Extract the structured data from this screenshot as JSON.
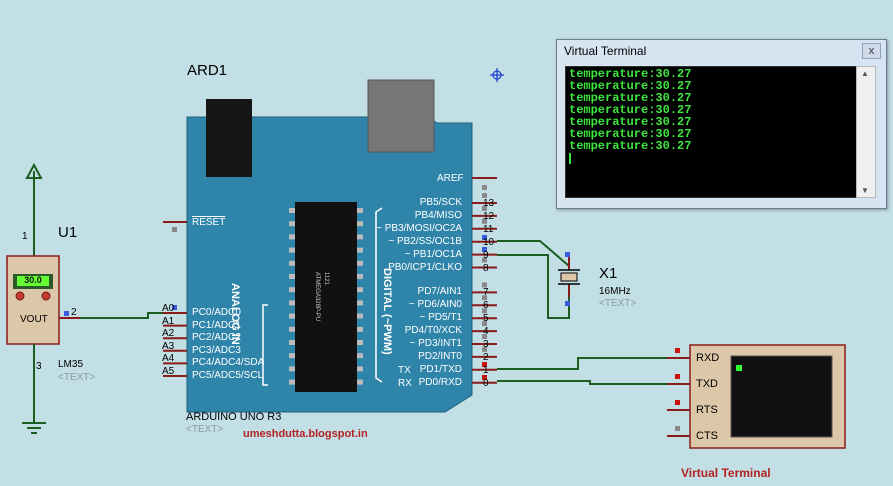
{
  "arduino": {
    "ref": "ARD1",
    "name": "ARDUINO UNO R3",
    "text_placeholder": "<TEXT>",
    "chip_label": "ATMEGA328P-PU",
    "chip_num": "1121",
    "analog_header": "ANALOG IN",
    "digital_header": "DIGITAL (~PWM)",
    "reset_label": "RESET",
    "aref_label": "AREF",
    "tx_label": "TX",
    "rx_label": "RX",
    "analog_pins": [
      {
        "label": "PC0/ADC0",
        "num": "A0"
      },
      {
        "label": "PC1/ADC1",
        "num": "A1"
      },
      {
        "label": "PC2/ADC2",
        "num": "A2"
      },
      {
        "label": "PC3/ADC3",
        "num": "A3"
      },
      {
        "label": "PC4/ADC4/SDA",
        "num": "A4"
      },
      {
        "label": "PC5/ADC5/SCL",
        "num": "A5"
      }
    ],
    "digital_pins": [
      {
        "label": "PB5/SCK",
        "num": "13"
      },
      {
        "label": "PB4/MISO",
        "num": "12"
      },
      {
        "label": "~ PB3/MOSI/OC2A",
        "num": "11"
      },
      {
        "label": "~ PB2/SS/OC1B",
        "num": "10"
      },
      {
        "label": "~ PB1/OC1A",
        "num": "9"
      },
      {
        "label": "PB0/ICP1/CLKO",
        "num": "8"
      },
      {
        "label": "PD7/AIN1",
        "num": "7"
      },
      {
        "label": "~ PD6/AIN0",
        "num": "6"
      },
      {
        "label": "~ PD5/T1",
        "num": "5"
      },
      {
        "label": "PD4/T0/XCK",
        "num": "4"
      },
      {
        "label": "~ PD3/INT1",
        "num": "3"
      },
      {
        "label": "PD2/INT0",
        "num": "2"
      },
      {
        "label": "PD1/TXD",
        "num": "1"
      },
      {
        "label": "PD0/RXD",
        "num": "0"
      }
    ]
  },
  "sensor": {
    "ref": "U1",
    "model": "LM35",
    "display": "30.0",
    "out_label": "VOUT",
    "pin1": "1",
    "pin2": "2",
    "pin3": "3",
    "text_placeholder": "<TEXT>"
  },
  "crystal": {
    "ref": "X1",
    "value": "16MHz",
    "text_placeholder": "<TEXT>"
  },
  "vterm_component": {
    "pins": [
      "RXD",
      "TXD",
      "RTS",
      "CTS"
    ],
    "caption": "Virtual Terminal"
  },
  "watermark": "umeshdutta.blogspot.in",
  "terminal_window": {
    "title": "Virtual Terminal",
    "close": "x",
    "lines": [
      "temperature:30.27",
      "temperature:30.27",
      "temperature:30.27",
      "temperature:30.27",
      "temperature:30.27",
      "temperature:30.27",
      "temperature:30.27"
    ]
  },
  "colors": {
    "background": "#c2dfe5",
    "board": "#2f84a9",
    "wire": "#1b5e20",
    "pin": "#8b1a1a",
    "terminal_text": "#3ee63e",
    "watermark": "#b22222"
  }
}
